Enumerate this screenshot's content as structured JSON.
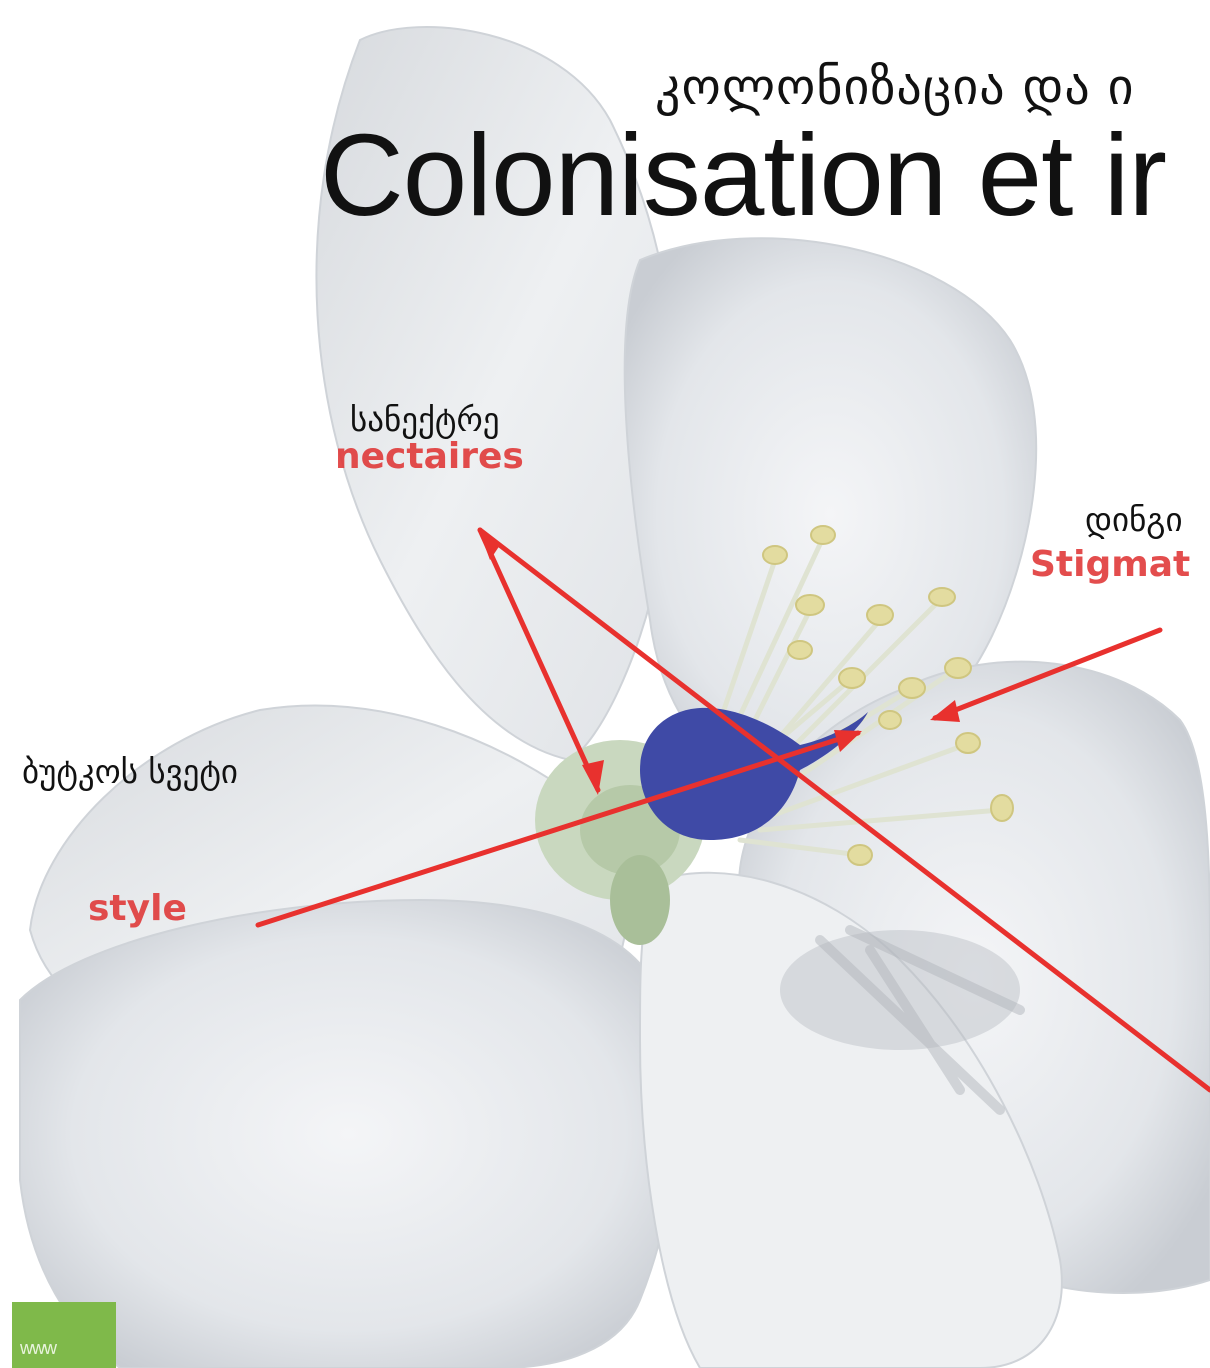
{
  "title": {
    "georgian": "კოლონიზაცია და ი",
    "french": "Colonisation et ir"
  },
  "labels": {
    "nectaires": {
      "georgian": "სანექტრე",
      "french": "nectaires"
    },
    "stigmates": {
      "georgian": "დინგი",
      "french": "Stigmat"
    },
    "style": {
      "georgian": "ბუტკოს სვეტი",
      "french": "style"
    }
  },
  "logo": {
    "text": "www"
  },
  "colors": {
    "arrow": "#e8312e",
    "style_marker": "#3f4aa6",
    "label_red": "#e03a3a",
    "petal": "#e9ebee",
    "logo_green": "#7fb94a"
  }
}
